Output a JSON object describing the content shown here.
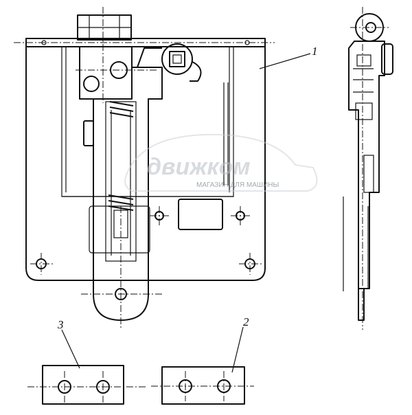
{
  "callouts": {
    "part_1": "1",
    "part_2": "2",
    "part_3": "3"
  },
  "watermark": {
    "brand": "движком",
    "tagline": "МАГАЗИН ДЛЯ МАШИНЫ",
    "color": "#b8bec6"
  }
}
